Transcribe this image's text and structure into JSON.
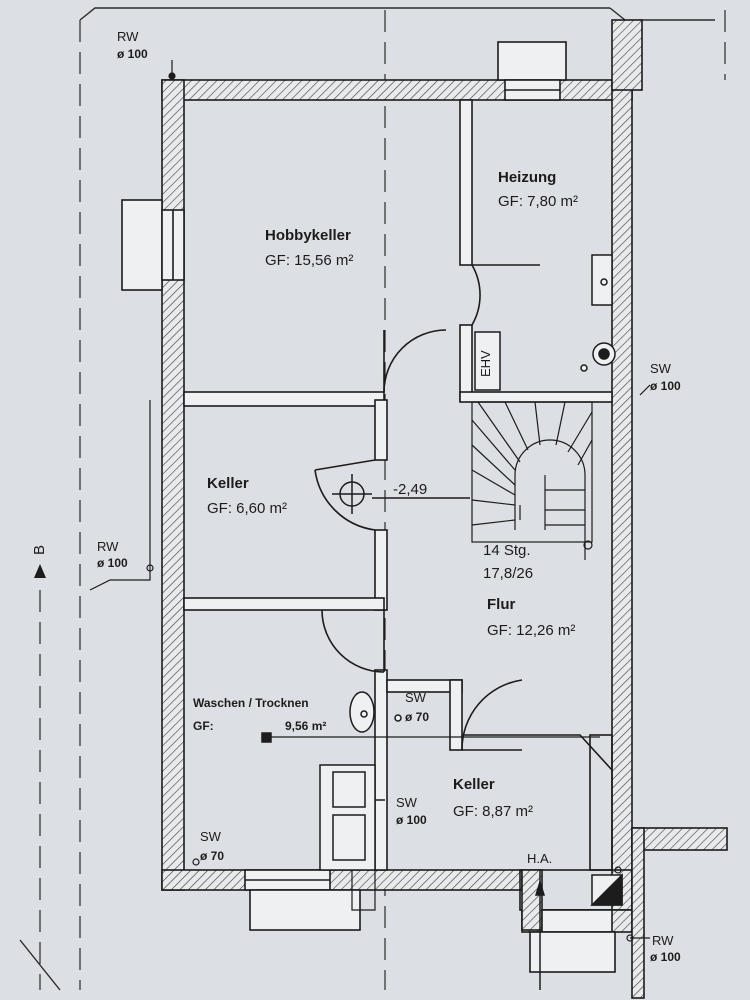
{
  "rooms": {
    "hobbykeller": {
      "name": "Hobbykeller",
      "area": "GF: 15,56 m²"
    },
    "heizung": {
      "name": "Heizung",
      "area": "GF: 7,80 m²"
    },
    "keller_left": {
      "name": "Keller",
      "area": "GF: 6,60 m²"
    },
    "flur": {
      "name": "Flur",
      "area": "GF: 12,26 m²"
    },
    "waschen": {
      "name": "Waschen / Trocknen",
      "prefix": "GF:",
      "area": "9,56 m²"
    },
    "keller_right": {
      "name": "Keller",
      "area": "GF: 8,87 m²"
    }
  },
  "stairs": {
    "count": "14 Stg.",
    "ratio": "17,8/26"
  },
  "level": "-2,49",
  "ehv": "EHV",
  "ha": "H.A.",
  "section_marker": "B",
  "pipes": {
    "rw_top": {
      "type": "RW",
      "dia": "ø 100"
    },
    "rw_left": {
      "type": "RW",
      "dia": "ø 100"
    },
    "rw_bottom": {
      "type": "RW",
      "dia": "ø 100"
    },
    "sw_right": {
      "type": "SW",
      "dia": "ø 100"
    },
    "sw_wash": {
      "type": "SW",
      "dia": "ø 70"
    },
    "sw_mid": {
      "type": "SW",
      "dia": "ø 100"
    },
    "sw_corner": {
      "type": "SW",
      "dia": "ø 70"
    }
  },
  "colors": {
    "paper": "#dcdfe3",
    "ink": "#1c1c1c",
    "hatch": "#3a3a3a"
  }
}
